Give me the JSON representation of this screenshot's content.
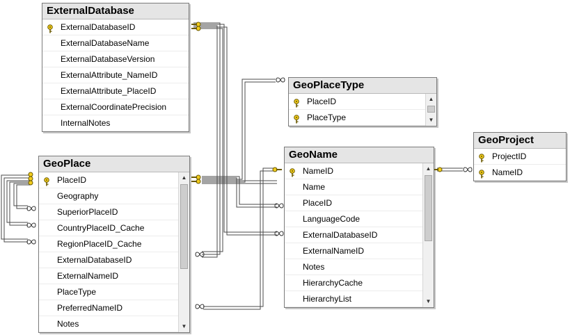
{
  "tables": {
    "external_database": {
      "title": "ExternalDatabase",
      "columns": [
        "ExternalDatabaseID",
        "ExternalDatabaseName",
        "ExternalDatabaseVersion",
        "ExternalAttribute_NameID",
        "ExternalAttribute_PlaceID",
        "ExternalCoordinatePrecision",
        "InternalNotes"
      ],
      "key_columns": [
        0
      ]
    },
    "geo_place_type": {
      "title": "GeoPlaceType",
      "columns": [
        "PlaceID",
        "PlaceType"
      ],
      "key_columns": [
        0,
        1
      ]
    },
    "geo_project": {
      "title": "GeoProject",
      "columns": [
        "ProjectID",
        "NameID"
      ],
      "key_columns": [
        0,
        1
      ]
    },
    "geo_place": {
      "title": "GeoPlace",
      "columns": [
        "PlaceID",
        "Geography",
        "SuperiorPlaceID",
        "CountryPlaceID_Cache",
        "RegionPlaceID_Cache",
        "ExternalDatabaseID",
        "ExternalNameID",
        "PlaceType",
        "PreferredNameID",
        "Notes"
      ],
      "key_columns": [
        0
      ]
    },
    "geo_name": {
      "title": "GeoName",
      "columns": [
        "NameID",
        "Name",
        "PlaceID",
        "LanguageCode",
        "ExternalDatabaseID",
        "ExternalNameID",
        "Notes",
        "HierarchyCache",
        "HierarchyList"
      ],
      "key_columns": [
        0
      ]
    }
  },
  "icons": {
    "key": "primary-key-icon",
    "relationship_one": "key-end-icon",
    "relationship_many": "infinity-end-icon",
    "scroll_up": "▲",
    "scroll_down": "▼"
  },
  "colors": {
    "key_yellow": "#f2cc1d",
    "header_bg": "#e5e5e5",
    "line": "#4a4a4a"
  }
}
